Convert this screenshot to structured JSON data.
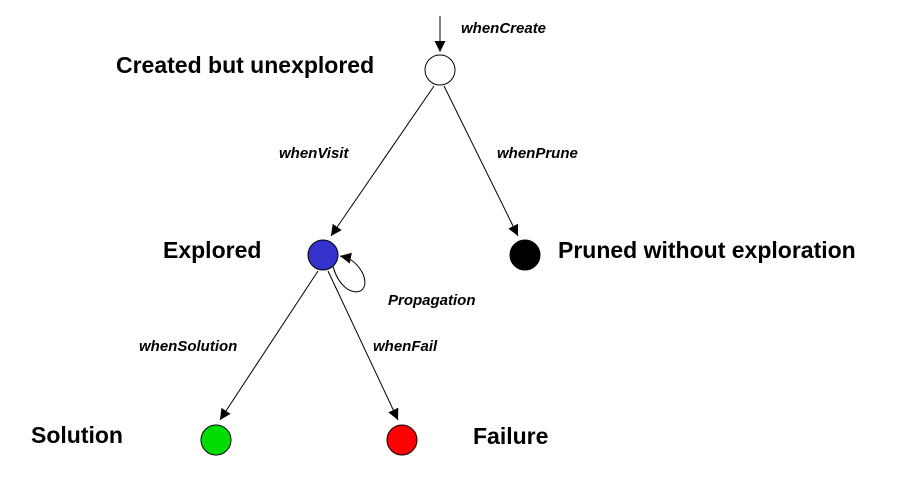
{
  "states": {
    "created": {
      "label": "Created but unexplored",
      "fill": "#ffffff"
    },
    "explored": {
      "label": "Explored",
      "fill": "#3333cc"
    },
    "pruned": {
      "label": "Pruned without exploration",
      "fill": "#000000"
    },
    "solution": {
      "label": "Solution",
      "fill": "#00dd00"
    },
    "failure": {
      "label": "Failure",
      "fill": "#ff0000"
    }
  },
  "events": {
    "when_create": "whenCreate",
    "when_visit": "whenVisit",
    "when_prune": "whenPrune",
    "propagation": "Propagation",
    "when_solution": "whenSolution",
    "when_fail": "whenFail"
  }
}
